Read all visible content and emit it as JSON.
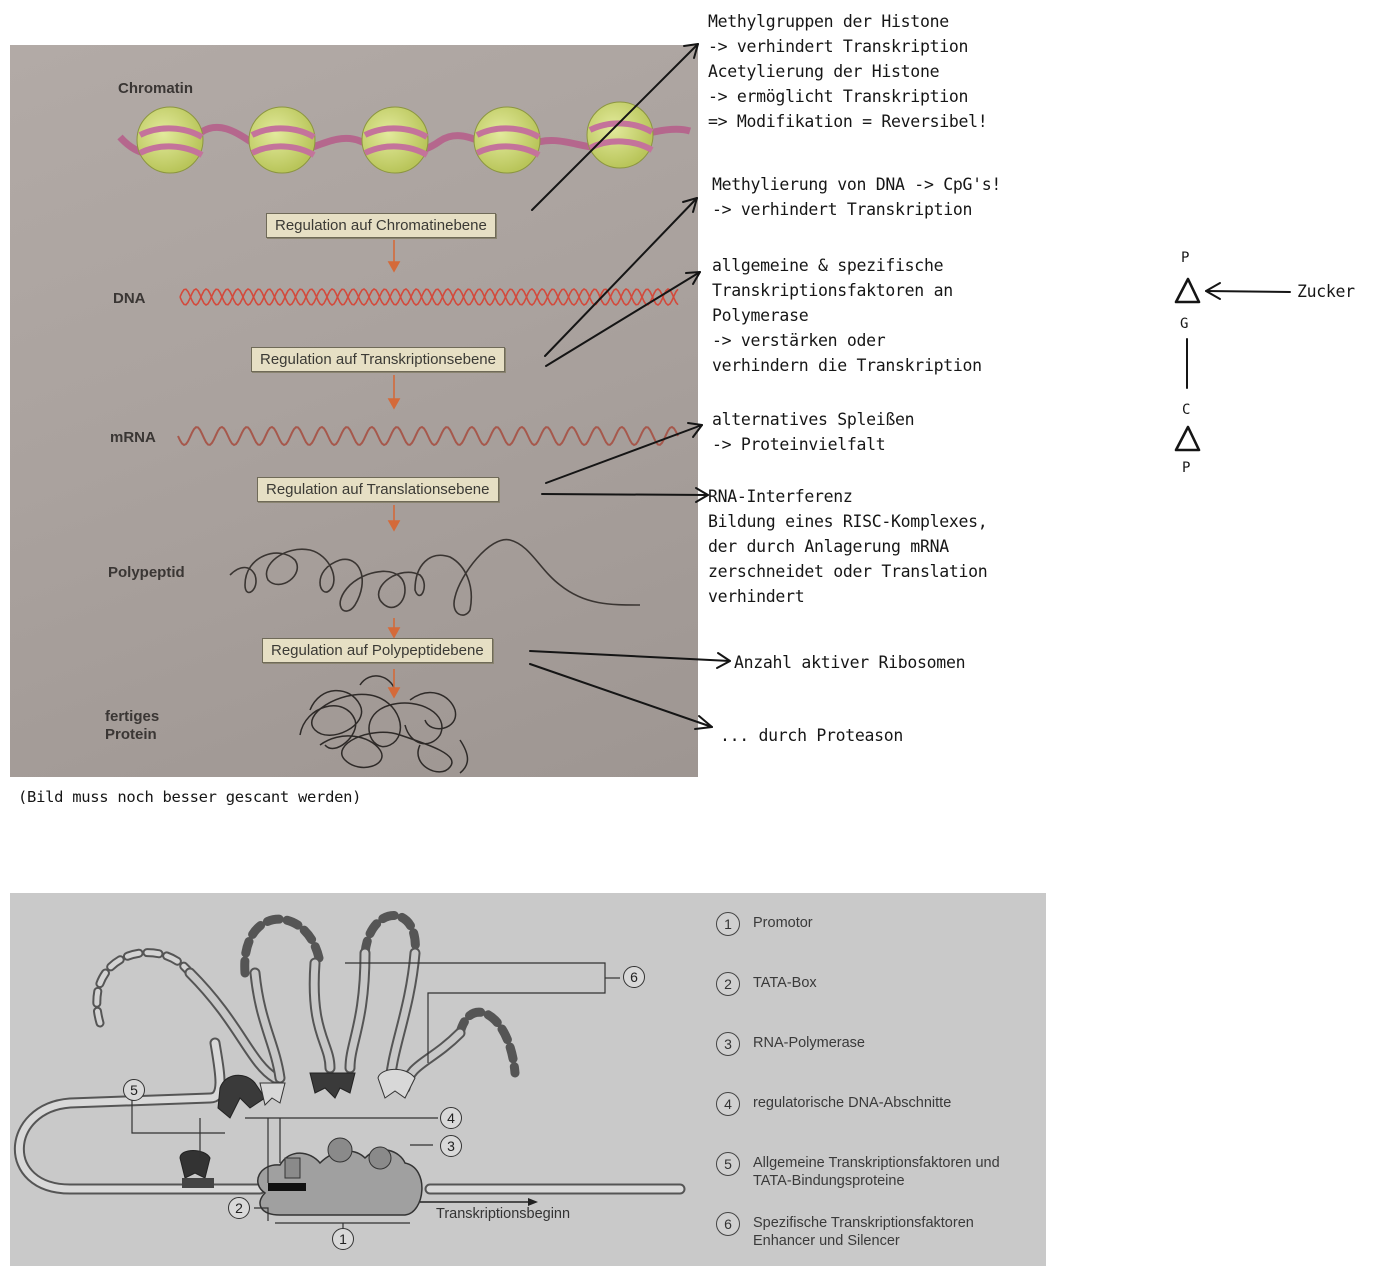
{
  "photo": {
    "labels": {
      "chromatin": "Chromatin",
      "dna": "DNA",
      "mrna": "mRNA",
      "polypeptid": "Polypeptid",
      "protein_line1": "fertiges",
      "protein_line2": "Protein"
    },
    "boxes": {
      "chromatin": "Regulation auf Chromatinebene",
      "transkription": "Regulation auf Transkriptionsebene",
      "translation": "Regulation auf Translationsebene",
      "polypeptid": "Regulation auf Polypeptidebene"
    },
    "caption": "(Bild muss noch besser gescant werden)"
  },
  "notes": {
    "histone": "Methylgruppen der Histone\n-> verhindert Transkription\nAcetylierung der Histone\n-> ermöglicht Transkription\n=> Modifikation = Reversibel!",
    "dna_methyl": "Methylierung von DNA -> CpG's!\n-> verhindert Transkription",
    "tf": "allgemeine & spezifische\nTranskriptionsfaktoren an\nPolymerase\n-> verstärken oder\nverhindern die Transkription",
    "splicing": "alternatives Spleißen\n-> Proteinvielfalt",
    "rnai": "RNA-Interferenz\nBildung eines RISC-Komplexes,\nder durch Anlagerung mRNA\nzerschneidet oder Translation\nverhindert",
    "ribosomen": "Anzahl aktiver Ribosomen",
    "proteason": "... durch Proteason"
  },
  "sketch": {
    "p_top": "P",
    "g": "G",
    "c": "C",
    "p_bottom": "P",
    "zucker": "Zucker"
  },
  "figure2": {
    "diagram_numbers": [
      "1",
      "2",
      "3",
      "4",
      "5",
      "6"
    ],
    "transkriptionsbeginn": "Transkriptionsbeginn",
    "legend": [
      {
        "num": "1",
        "text": "Promotor"
      },
      {
        "num": "2",
        "text": "TATA-Box"
      },
      {
        "num": "3",
        "text": "RNA-Polymerase"
      },
      {
        "num": "4",
        "text": "regulatorische DNA-Abschnitte"
      },
      {
        "num": "5",
        "text": "Allgemeine Transkriptionsfaktoren und\nTATA-Bindungsproteine"
      },
      {
        "num": "6",
        "text": "Spezifische Transkriptionsfaktoren\nEnhancer und Silencer"
      }
    ]
  }
}
